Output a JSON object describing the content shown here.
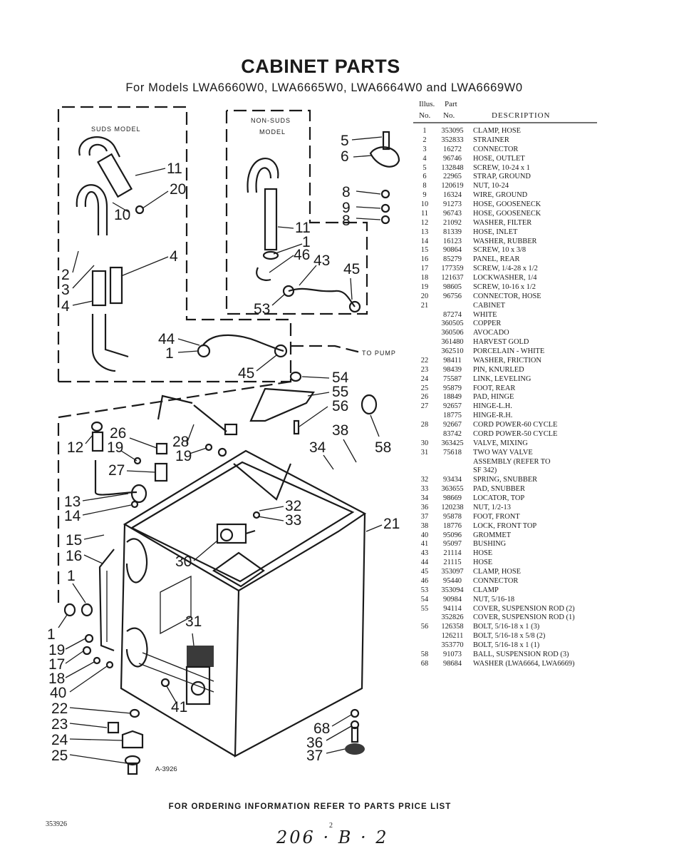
{
  "page": {
    "title": "CABINET PARTS",
    "subtitle": "For Models LWA6660W0, LWA6665W0, LWA6664W0 and LWA6669W0",
    "footer": "FOR ORDERING INFORMATION REFER TO PARTS PRICE LIST",
    "doc_number": "353926",
    "page_number": "2",
    "handwritten_note": "206 · B · 2",
    "figure_ref": "A-3926"
  },
  "diagram": {
    "suds_label": "SUDS MODEL",
    "nonsuds_label_1": "NON-SUDS",
    "nonsuds_label_2": "MODEL",
    "to_pump_label": "TO PUMP",
    "callouts": [
      "11",
      "20",
      "10",
      "4",
      "2",
      "3",
      "4",
      "5",
      "6",
      "8",
      "9",
      "8",
      "11",
      "1",
      "46",
      "43",
      "45",
      "53",
      "44",
      "1",
      "45",
      "54",
      "55",
      "56",
      "12",
      "26",
      "19",
      "28",
      "19",
      "27",
      "38",
      "34",
      "58",
      "13",
      "14",
      "32",
      "33",
      "21",
      "15",
      "16",
      "30",
      "1",
      "31",
      "1",
      "19",
      "17",
      "18",
      "40",
      "41",
      "22",
      "23",
      "24",
      "25",
      "68",
      "36",
      "37"
    ]
  },
  "table": {
    "head_illus_1": "Illus.",
    "head_illus_2": "No.",
    "head_part_1": "Part",
    "head_part_2": "No.",
    "head_desc": "DESCRIPTION",
    "rows": [
      {
        "no": "1",
        "part": "353095",
        "desc": "CLAMP, HOSE"
      },
      {
        "no": "2",
        "part": "352833",
        "desc": "STRAINER"
      },
      {
        "no": "3",
        "part": "16272",
        "desc": "CONNECTOR"
      },
      {
        "no": "4",
        "part": "96746",
        "desc": "HOSE, OUTLET"
      },
      {
        "no": "5",
        "part": "132848",
        "desc": "SCREW, 10-24 x 1"
      },
      {
        "no": "6",
        "part": "22965",
        "desc": "STRAP, GROUND"
      },
      {
        "no": "8",
        "part": "120619",
        "desc": "NUT, 10-24"
      },
      {
        "no": "9",
        "part": "16324",
        "desc": "WIRE, GROUND"
      },
      {
        "no": "10",
        "part": "91273",
        "desc": "HOSE, GOOSENECK"
      },
      {
        "no": "11",
        "part": "96743",
        "desc": "HOSE, GOOSENECK"
      },
      {
        "no": "12",
        "part": "21092",
        "desc": "WASHER, FILTER"
      },
      {
        "no": "13",
        "part": "81339",
        "desc": "HOSE, INLET"
      },
      {
        "no": "14",
        "part": "16123",
        "desc": "WASHER, RUBBER"
      },
      {
        "no": "15",
        "part": "90864",
        "desc": "SCREW, 10 x 3/8"
      },
      {
        "no": "16",
        "part": "85279",
        "desc": "PANEL, REAR"
      },
      {
        "no": "17",
        "part": "177359",
        "desc": "SCREW, 1/4-28 x 1/2"
      },
      {
        "no": "18",
        "part": "121637",
        "desc": "LOCKWASHER, 1/4"
      },
      {
        "no": "19",
        "part": "98605",
        "desc": "SCREW, 10-16 x 1/2"
      },
      {
        "no": "20",
        "part": "96756",
        "desc": "CONNECTOR, HOSE"
      },
      {
        "no": "21",
        "part": "",
        "desc": "CABINET"
      },
      {
        "no": "",
        "part": "87274",
        "desc": "WHITE"
      },
      {
        "no": "",
        "part": "360505",
        "desc": "COPPER"
      },
      {
        "no": "",
        "part": "360506",
        "desc": "AVOCADO"
      },
      {
        "no": "",
        "part": "361480",
        "desc": "HARVEST GOLD"
      },
      {
        "no": "",
        "part": "362510",
        "desc": "PORCELAIN - WHITE"
      },
      {
        "no": "22",
        "part": "98411",
        "desc": "WASHER, FRICTION"
      },
      {
        "no": "23",
        "part": "98439",
        "desc": "PIN, KNURLED"
      },
      {
        "no": "24",
        "part": "75587",
        "desc": "LINK, LEVELING"
      },
      {
        "no": "25",
        "part": "95879",
        "desc": "FOOT, REAR"
      },
      {
        "no": "26",
        "part": "18849",
        "desc": "PAD, HINGE"
      },
      {
        "no": "27",
        "part": "92657",
        "desc": "HINGE-L.H."
      },
      {
        "no": "",
        "part": "18775",
        "desc": "HINGE-R.H."
      },
      {
        "no": "28",
        "part": "92667",
        "desc": "CORD POWER-60 CYCLE"
      },
      {
        "no": "",
        "part": "83742",
        "desc": "CORD POWER-50 CYCLE"
      },
      {
        "no": "30",
        "part": "363425",
        "desc": "VALVE, MIXING"
      },
      {
        "no": "31",
        "part": "75618",
        "desc": "TWO WAY VALVE"
      },
      {
        "no": "",
        "part": "",
        "desc": "ASSEMBLY (REFER TO"
      },
      {
        "no": "",
        "part": "",
        "desc": "SF 342)"
      },
      {
        "no": "32",
        "part": "93434",
        "desc": "SPRING, SNUBBER"
      },
      {
        "no": "33",
        "part": "363655",
        "desc": "PAD, SNUBBER"
      },
      {
        "no": "34",
        "part": "98669",
        "desc": "LOCATOR, TOP"
      },
      {
        "no": "36",
        "part": "120238",
        "desc": "NUT, 1/2-13"
      },
      {
        "no": "37",
        "part": "95878",
        "desc": "FOOT, FRONT"
      },
      {
        "no": "38",
        "part": "18776",
        "desc": "LOCK, FRONT TOP"
      },
      {
        "no": "40",
        "part": "95096",
        "desc": "GROMMET"
      },
      {
        "no": "41",
        "part": "95097",
        "desc": "BUSHING"
      },
      {
        "no": "43",
        "part": "21114",
        "desc": "HOSE"
      },
      {
        "no": "44",
        "part": "21115",
        "desc": "HOSE"
      },
      {
        "no": "45",
        "part": "353097",
        "desc": "CLAMP, HOSE"
      },
      {
        "no": "46",
        "part": "95440",
        "desc": "CONNECTOR"
      },
      {
        "no": "53",
        "part": "353094",
        "desc": "CLAMP"
      },
      {
        "no": "54",
        "part": "90984",
        "desc": "NUT, 5/16-18"
      },
      {
        "no": "55",
        "part": "94114",
        "desc": "COVER, SUSPENSION ROD (2)"
      },
      {
        "no": "",
        "part": "352826",
        "desc": "COVER, SUSPENSION ROD (1)"
      },
      {
        "no": "56",
        "part": "126358",
        "desc": "BOLT, 5/16-18 x 1 (3)"
      },
      {
        "no": "",
        "part": "126211",
        "desc": "BOLT, 5/16-18 x 5/8 (2)"
      },
      {
        "no": "",
        "part": "353770",
        "desc": "BOLT, 5/16-18 x 1 (1)"
      },
      {
        "no": "58",
        "part": "91073",
        "desc": "BALL, SUSPENSION ROD (3)"
      },
      {
        "no": "68",
        "part": "98684",
        "desc": "WASHER (LWA6664, LWA6669)"
      }
    ]
  }
}
